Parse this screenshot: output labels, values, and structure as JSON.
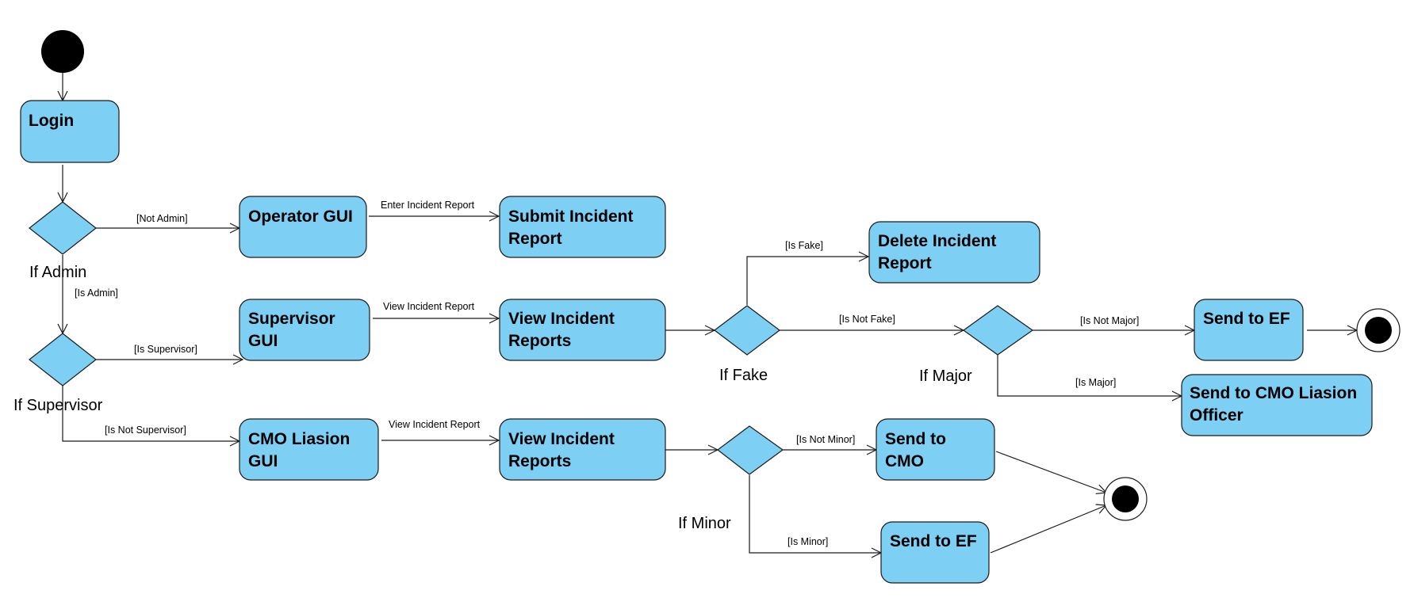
{
  "activities": {
    "login": "Login",
    "operator_gui": "Operator GUI",
    "submit_incident_report": [
      "Submit Incident",
      "Report"
    ],
    "supervisor_gui": [
      "Supervisor",
      "GUI"
    ],
    "view_incident_reports_supervisor": [
      "View Incident",
      "Reports"
    ],
    "delete_incident_report": [
      "Delete Incident",
      "Report"
    ],
    "send_to_ef_major": "Send to EF",
    "send_to_cmo_liasion_officer": [
      "Send to CMO Liasion",
      "Officer"
    ],
    "cmo_liasion_gui": [
      "CMO Liasion",
      "GUI"
    ],
    "view_incident_reports_cmo": [
      "View Incident",
      "Reports"
    ],
    "send_to_cmo": [
      "Send to",
      "CMO"
    ],
    "send_to_ef_minor": "Send to EF"
  },
  "decisions": {
    "if_admin": "If Admin",
    "if_supervisor": "If Supervisor",
    "if_fake": "If Fake",
    "if_major": "If Major",
    "if_minor": "If Minor"
  },
  "guards": {
    "not_admin": "[Not Admin]",
    "is_admin": "[Is Admin]",
    "is_supervisor": "[Is Supervisor]",
    "is_not_supervisor": "[Is Not Supervisor]",
    "enter_incident_report": "Enter Incident Report",
    "view_incident_report_1": "View Incident Report",
    "view_incident_report_2": "View Incident Report",
    "is_fake": "[Is Fake]",
    "is_not_fake": "[Is Not Fake]",
    "is_not_major": "[Is Not Major]",
    "is_major": "[Is Major]",
    "is_not_minor": "[Is Not Minor]",
    "is_minor": "[Is Minor]"
  },
  "colors": {
    "activity_fill": "#7dcff4",
    "stroke": "#1a1a1a",
    "node_fill": "#000000"
  }
}
